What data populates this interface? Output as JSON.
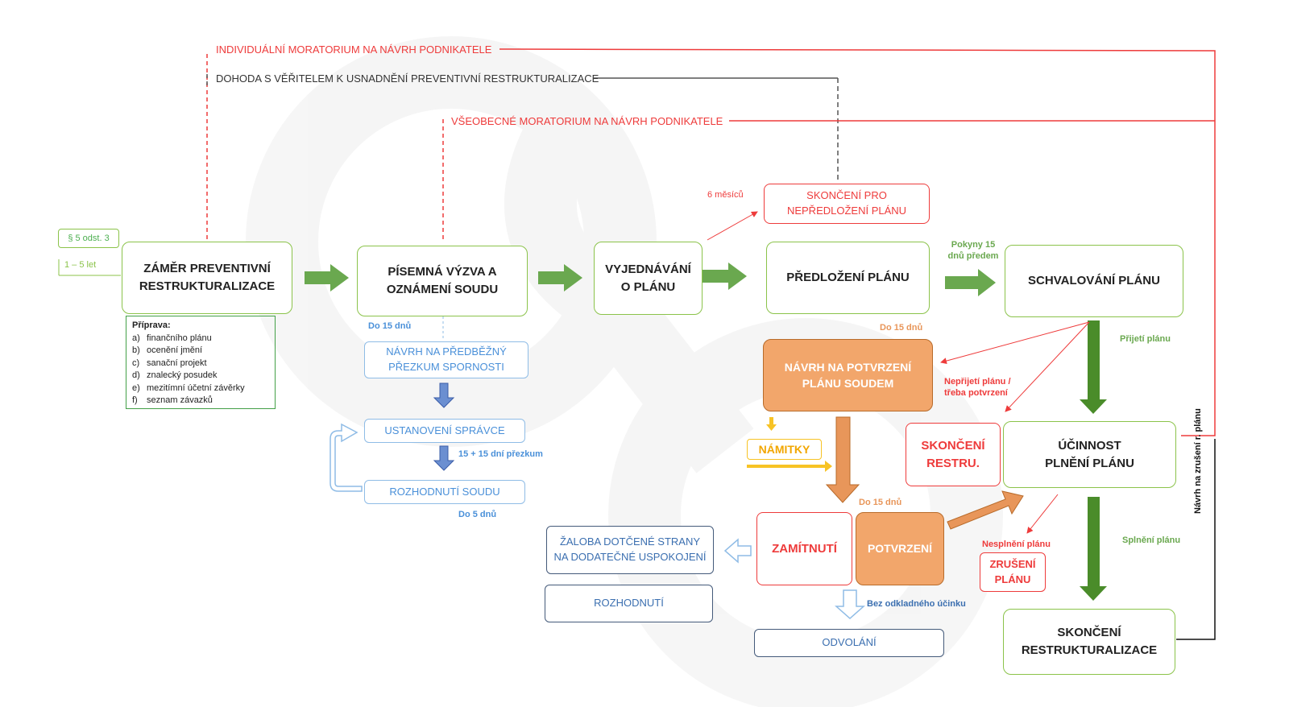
{
  "colors": {
    "green_border": "#8bc34a",
    "green_arrow": "#6aa84f",
    "dark_green_arrow": "#4a8c2a",
    "red": "#ee3b3b",
    "orange": "#f2a66b",
    "blue": "#4a90d9",
    "navy": "#445a7a",
    "yellow": "#f7c325"
  },
  "top_lines": {
    "individual": "INDIVIDUÁLNÍ MORATORIUM NA NÁVRH PODNIKATELE",
    "agreement": "DOHODA S VĚŘITELEM K USNADNĚNÍ PREVENTIVNÍ  RESTRUKTURALIZACE",
    "general": "VŠEOBECNÉ MORATORIUM NA NÁVRH PODNIKATELE"
  },
  "side": {
    "paragraph_tag": "§ 5 odst. 3",
    "years": "1 – 5 let",
    "vertical": "Návrh na zrušení r. plánu"
  },
  "boxes": {
    "intent": "ZÁMĚR PREVENTIVNÍ\nRESTRUKTURALIZACE",
    "notice": "PÍSEMNÁ VÝZVA A\nOZNÁMENÍ SOUDU",
    "negotiation": "VYJEDNÁVÁNÍ\nO PLÁNU",
    "submission": "PŘEDLOŽENÍ PLÁNU",
    "approval": "SCHVALOVÁNÍ PLÁNU",
    "end_nonsubmission": "SKONČENÍ PRO\nNEPŘEDLOŽENÍ PLÁNU",
    "confirm_motion": "NÁVRH NA POTVRZENÍ\nPLÁNU SOUDEM",
    "effectiveness": "ÚČINNOST\nPLNĚNÍ PLÁNU",
    "end_restru": "SKONČENÍ\nRESTRU.",
    "prelim_review": "NÁVRH NA PŘEDBĚŽNÝ\nPŘEZKUM SPORNOSTI",
    "appoint_admin": "USTANOVENÍ SPRÁVCE",
    "court_decision": "ROZHODNUTÍ SOUDU",
    "objections": "NÁMITKY",
    "rejection": "ZAMÍTNUTÍ",
    "confirmation": "POTVRZENÍ",
    "lawsuit": "ŽALOBA DOTČENÉ STRANY\nNA DODATEČNÉ USPOKOJENÍ",
    "decision": "ROZHODNUTÍ",
    "appeal": "ODVOLÁNÍ",
    "cancel_plan": "ZRUŠENÍ\nPLÁNU",
    "end_restructuring": "SKONČENÍ\nRESTRUKTURALIZACE"
  },
  "preparation": {
    "heading": "Příprava:",
    "items": [
      {
        "key": "a)",
        "text": "finančního plánu"
      },
      {
        "key": "b)",
        "text": "ocenění jmění"
      },
      {
        "key": "c)",
        "text": "sanační projekt"
      },
      {
        "key": "d)",
        "text": "znalecký posudek"
      },
      {
        "key": "e)",
        "text": "mezitímní účetní závěrky"
      },
      {
        "key": "f)",
        "text": "seznam závazků"
      }
    ]
  },
  "labels": {
    "do15_notice": "Do 15 dnů",
    "review_15_15": "15 + 15 dní přezkum",
    "do5": "Do 5 dnů",
    "six_months": "6 měsíců",
    "instructions": "Pokyny 15\ndnů předem",
    "do15_submission": "Do 15 dnů",
    "acceptance": "Přijetí plánu",
    "non_acceptance": "Nepřijetí plánu /\ntřeba potvrzení",
    "do15_confirm": "Do 15 dnů",
    "non_fulfilment": "Nesplnění plánu",
    "fulfilment": "Splnění plánu",
    "no_suspensive": "Bez odkladného účinku"
  }
}
